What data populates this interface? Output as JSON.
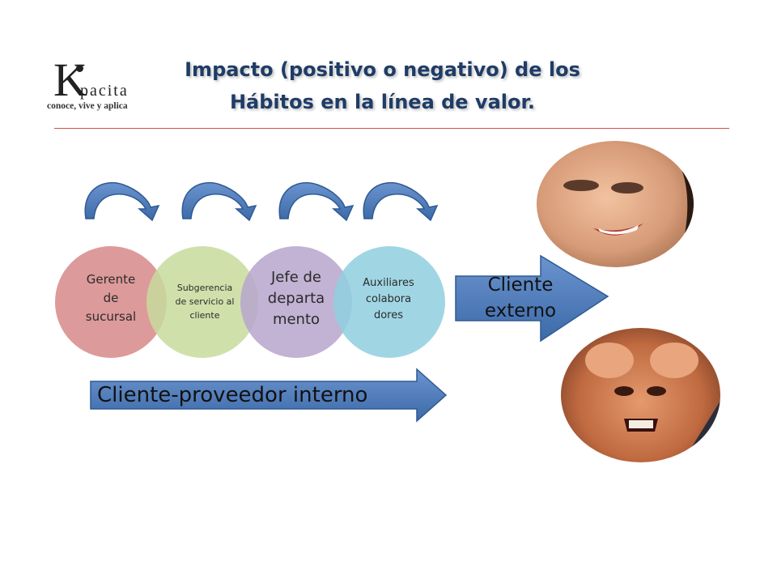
{
  "logo": {
    "brand": "pacita",
    "letter": "K",
    "tagline": "conoce, vive y aplica"
  },
  "title": {
    "line1": "Impacto (positivo o negativo) de los",
    "line2": "Hábitos en la línea de valor."
  },
  "chain": [
    {
      "lines": [
        "Gerente",
        "de",
        "sucursal"
      ],
      "color": "#d98f8f"
    },
    {
      "lines": [
        "Subgerencia",
        "de servicio al",
        "cliente"
      ],
      "color": "#c8da9c"
    },
    {
      "lines": [
        "Jefe de",
        "departa",
        "mento"
      ],
      "color": "#b7a4cd"
    },
    {
      "lines": [
        "Auxiliares",
        "colabora",
        "dores"
      ],
      "color": "#8fcfdf"
    }
  ],
  "arrows": {
    "external": {
      "lines": [
        "Cliente",
        "externo"
      ],
      "color": "#4f81bd"
    },
    "internal": {
      "label": "Cliente-proveedor interno",
      "color": "#4f81bd"
    }
  },
  "faces": [
    {
      "name": "smiling-woman-photo",
      "mood": "positive"
    },
    {
      "name": "stressed-man-photo",
      "mood": "negative"
    }
  ],
  "colors": {
    "title": "#1f3c66",
    "rule": "#d84c4c",
    "curved_arrows": "#3d6aa5"
  }
}
